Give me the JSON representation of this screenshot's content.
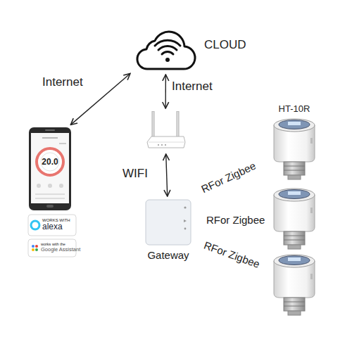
{
  "diagram": {
    "nodes": [
      {
        "text": [
          "CLOUD"
        ]
      },
      {
        "text": [
          "20.0"
        ]
      },
      {
        "text": []
      },
      {
        "text": [
          "Gateway"
        ]
      },
      {
        "text": [
          "HT-10R"
        ]
      }
    ],
    "edges": [
      {
        "from": 1,
        "to": 0,
        "label": "Internet",
        "arrow": "both"
      },
      {
        "from": 0,
        "to": 2,
        "label": "Internet",
        "arrow": "both"
      },
      {
        "from": 2,
        "to": 3,
        "label": "WIFI",
        "arrow": "both"
      }
    ],
    "labels": [
      "WORKS WITH",
      "alexa",
      "works with the",
      "Google Assistant",
      "RFor Zigbee",
      "RFor Zigbee",
      "RFor Zigbee"
    ]
  }
}
